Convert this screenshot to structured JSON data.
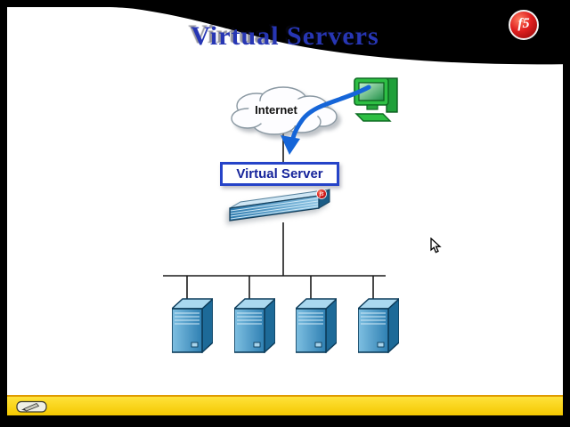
{
  "slide": {
    "title": "Virtual Servers",
    "logo_text": "f5",
    "diagram": {
      "internet_label": "Internet",
      "virtual_server_label": "Virtual Server",
      "appliance_logo_text": "f5",
      "server_count": 4
    },
    "icons": {
      "client": "computer-icon",
      "traffic": "curved-arrow-icon",
      "appliance": "f5-appliance-icon",
      "server": "server-tower-icon",
      "footer_tool": "pen-tool-icon",
      "pointer": "mouse-pointer-icon"
    },
    "colors": {
      "title_text": "#2736b4",
      "logo_red": "#e02020",
      "arrow_blue": "#1565d8",
      "virtual_server_border": "#2543c8",
      "server_blue": "#2e7fb2",
      "footer_bar": "#ffd400"
    }
  }
}
